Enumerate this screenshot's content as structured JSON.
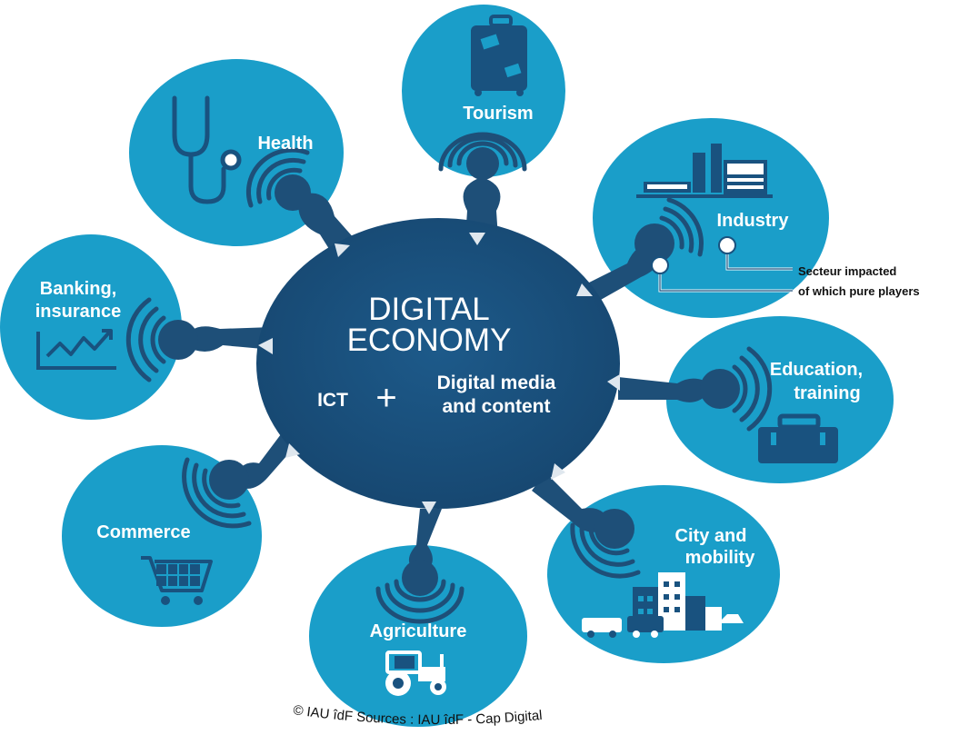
{
  "colors": {
    "sector_fill": "#1a9ec9",
    "hub_fill": "#19527f",
    "connector": "#1e4f78",
    "arrow": "#dfe7ee",
    "text": "#ffffff"
  },
  "center": {
    "title_line1": "DIGITAL",
    "title_line2": "ECONOMY",
    "ict": "ICT",
    "plus": "+",
    "media_line1": "Digital media",
    "media_line2": "and content"
  },
  "sectors": {
    "tourism": {
      "label": "Tourism",
      "icon": "suitcase-icon"
    },
    "health": {
      "label": "Health",
      "icon": "stethoscope-icon"
    },
    "industry": {
      "label": "Industry",
      "icon": "factory-icon"
    },
    "banking": {
      "line1": "Banking,",
      "line2": "insurance",
      "icon": "rising-chart-icon"
    },
    "education": {
      "line1": "Education,",
      "line2": "training",
      "icon": "briefcase-icon"
    },
    "commerce": {
      "label": "Commerce",
      "icon": "shopping-cart-icon"
    },
    "city": {
      "line1": "City and",
      "line2": "mobility",
      "icon": "city-buildings-icon"
    },
    "agriculture": {
      "label": "Agriculture",
      "icon": "tractor-icon"
    }
  },
  "legend": {
    "line1": "Secteur impacted",
    "line2": "of which pure players"
  },
  "credit": "© IAU îdF Sources : IAU îdF - Cap Digital"
}
